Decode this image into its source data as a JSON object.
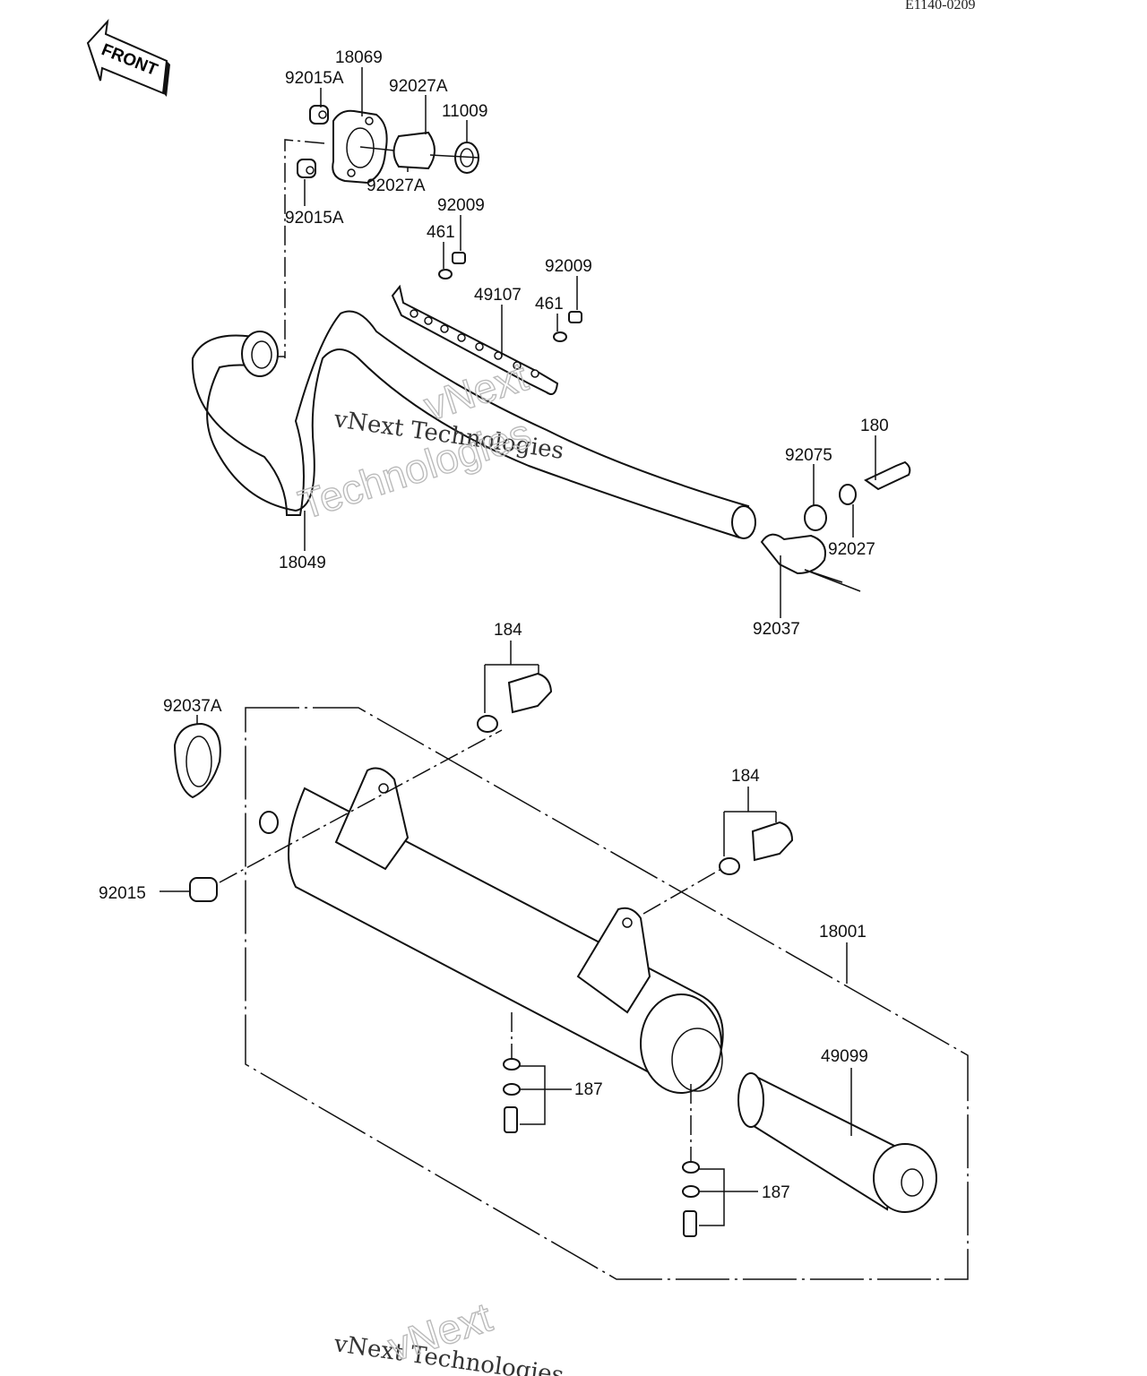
{
  "diagram_code": "E1140-0209",
  "front_arrow": "FRONT",
  "watermark": {
    "line1": "vNext Technologies",
    "line2a": "vNext",
    "line2b": "Technologies"
  },
  "parts": {
    "p18069": "18069",
    "p92015A_top": "92015A",
    "p92027A_top": "92027A",
    "p11009": "11009",
    "p92027A_bottom": "92027A",
    "p92015A_bottom": "92015A",
    "p92009_a": "92009",
    "p461_a": "461",
    "p92009_b": "92009",
    "p49107": "49107",
    "p461_b": "461",
    "p180": "180",
    "p92075": "92075",
    "p92027": "92027",
    "p18049": "18049",
    "p92037": "92037",
    "p184_a": "184",
    "p92037A": "92037A",
    "p184_b": "184",
    "p92015": "92015",
    "p18001": "18001",
    "p49099": "49099",
    "p187_a": "187",
    "p187_b": "187"
  }
}
